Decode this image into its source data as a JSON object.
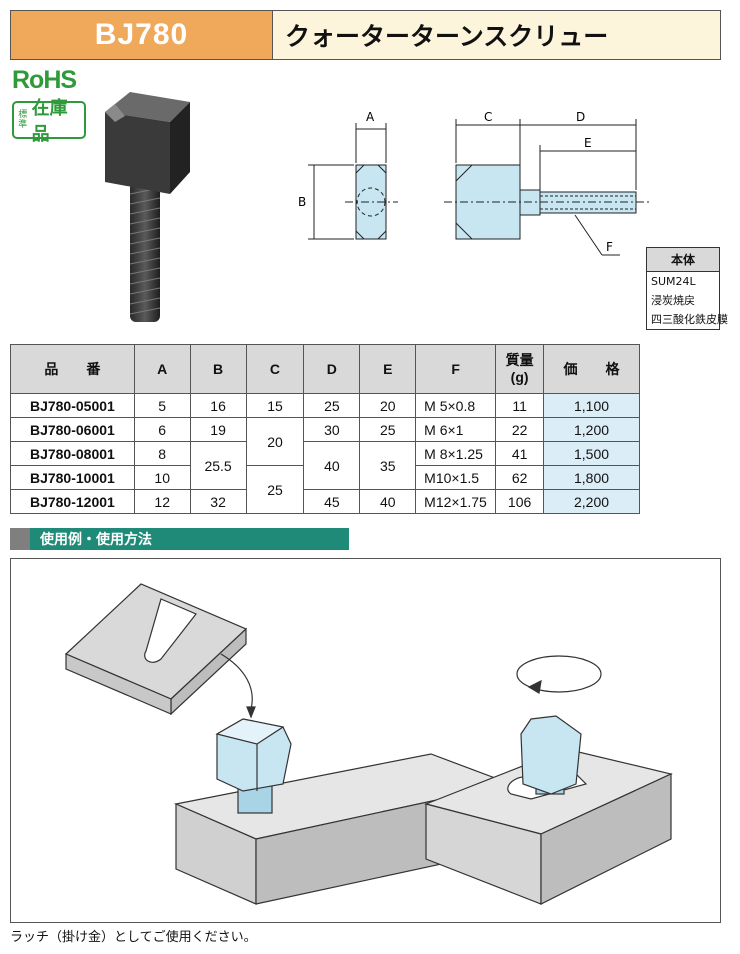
{
  "header": {
    "code": "BJ780",
    "title": "クォーターターンスクリュー"
  },
  "badges": {
    "rohs": "RoHS",
    "stock_small": "標準",
    "stock_big": "在庫品"
  },
  "drawing": {
    "dim_a": "A",
    "dim_b": "B",
    "dim_c": "C",
    "dim_d": "D",
    "dim_e": "E",
    "dim_f": "F"
  },
  "material": {
    "header": "本体",
    "lines": [
      "SUM24L",
      "浸炭焼戻",
      "四三酸化鉄皮膜"
    ]
  },
  "table": {
    "headers": [
      "品　　番",
      "A",
      "B",
      "C",
      "D",
      "E",
      "F",
      "質量\n(g)",
      "価　　格"
    ],
    "rows": [
      {
        "part": "BJ780-05001",
        "a": "5",
        "b": "16",
        "c": "15",
        "d": "25",
        "e": "20",
        "f": "M  5×0.8",
        "mass": "11",
        "price": "1,100"
      },
      {
        "part": "BJ780-06001",
        "a": "6",
        "b": "19",
        "c": "20",
        "d": "30",
        "e": "25",
        "f": "M  6×1",
        "mass": "22",
        "price": "1,200"
      },
      {
        "part": "BJ780-08001",
        "a": "8",
        "b": "25.5",
        "c": "",
        "d": "40",
        "e": "35",
        "f": "M  8×1.25",
        "mass": "41",
        "price": "1,500"
      },
      {
        "part": "BJ780-10001",
        "a": "10",
        "b": "",
        "c": "25",
        "d": "",
        "e": "",
        "f": "M10×1.5",
        "mass": "62",
        "price": "1,800"
      },
      {
        "part": "BJ780-12001",
        "a": "12",
        "b": "32",
        "c": "",
        "d": "45",
        "e": "40",
        "f": "M12×1.75",
        "mass": "106",
        "price": "2,200"
      }
    ]
  },
  "section": {
    "title": "使用例・使用方法"
  },
  "note": "ラッチ（掛け金）としてご使用ください。",
  "colors": {
    "header_code_bg": "#f0a85a",
    "header_title_bg": "#fdf4dc",
    "rohs_green": "#2f9a3a",
    "price_bg": "#dbeef7",
    "section_bg": "#1f8a78",
    "part_blue": "#c7e6f2"
  }
}
